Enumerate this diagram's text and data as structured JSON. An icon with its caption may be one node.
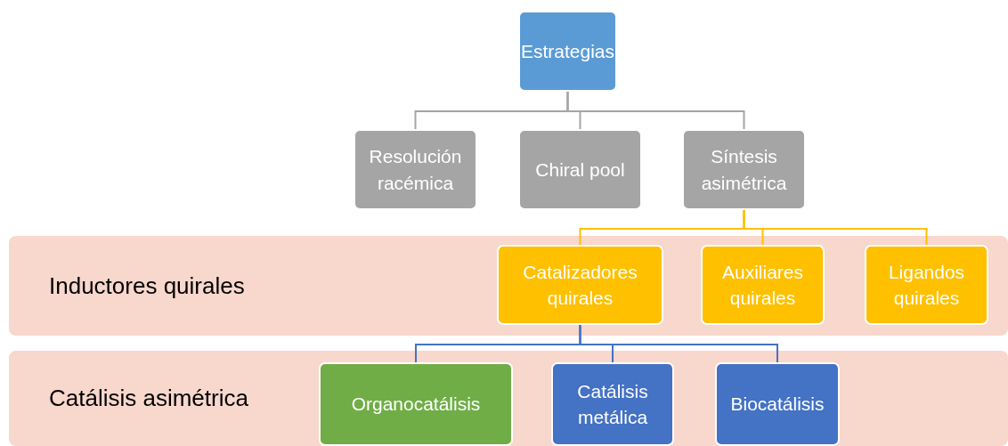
{
  "diagram": {
    "nodes": [
      {
        "text": [
          "Estrategias"
        ]
      },
      {
        "text": [
          "Resolución racémica"
        ]
      },
      {
        "text": [
          "Chiral pool"
        ]
      },
      {
        "text": [
          "Síntesis asimétrica"
        ]
      },
      {
        "text": [
          "Inductores quirales"
        ]
      },
      {
        "text": [
          "Catalizadores quirales"
        ],
        "in": 4
      },
      {
        "text": [
          "Auxiliares quirales"
        ],
        "in": 4
      },
      {
        "text": [
          "Ligandos quirales"
        ],
        "in": 4
      },
      {
        "text": [
          "Catálisis asimétrica"
        ]
      },
      {
        "text": [
          "Organocatálisis"
        ],
        "in": 8
      },
      {
        "text": [
          "Catálisis metálica"
        ],
        "in": 8
      },
      {
        "text": [
          "Biocatálisis"
        ],
        "in": 8
      }
    ],
    "edges": [
      {
        "from": 0,
        "to": 1,
        "arrow": "none",
        "color": "#a5a5a5"
      },
      {
        "from": 0,
        "to": 2,
        "arrow": "none",
        "color": "#a5a5a5"
      },
      {
        "from": 0,
        "to": 3,
        "arrow": "none",
        "color": "#a5a5a5"
      },
      {
        "from": 3,
        "to": 5,
        "arrow": "none",
        "color": "#ffc000"
      },
      {
        "from": 3,
        "to": 6,
        "arrow": "none",
        "color": "#ffc000"
      },
      {
        "from": 3,
        "to": 7,
        "arrow": "none",
        "color": "#ffc000"
      },
      {
        "from": 5,
        "to": 9,
        "arrow": "none",
        "color": "#4472c4"
      },
      {
        "from": 5,
        "to": 10,
        "arrow": "none",
        "color": "#4472c4"
      },
      {
        "from": 5,
        "to": 11,
        "arrow": "none",
        "color": "#4472c4"
      }
    ]
  }
}
